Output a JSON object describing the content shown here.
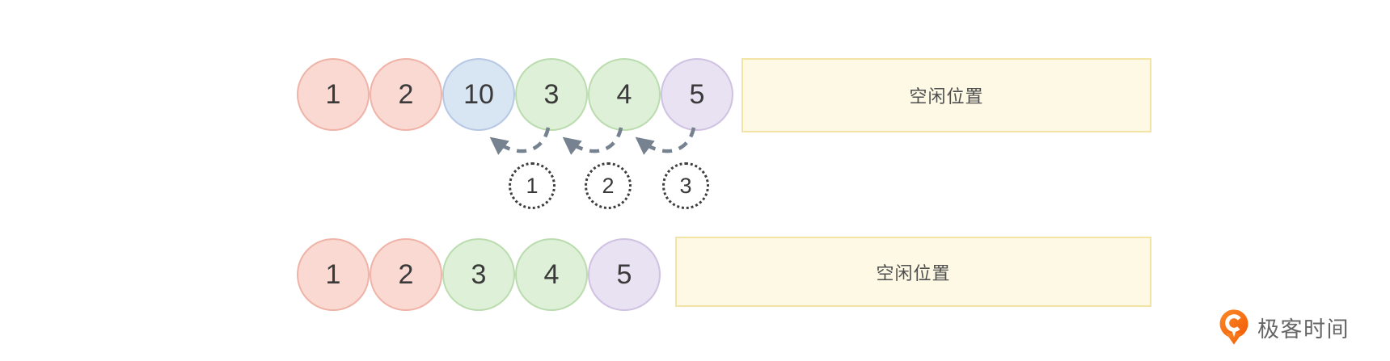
{
  "top_row": {
    "cells": [
      {
        "value": "1",
        "color": "pink"
      },
      {
        "value": "2",
        "color": "pink"
      },
      {
        "value": "10",
        "color": "blue"
      },
      {
        "value": "3",
        "color": "green"
      },
      {
        "value": "4",
        "color": "green"
      },
      {
        "value": "5",
        "color": "purple"
      }
    ],
    "free_label": "空闲位置"
  },
  "shift_steps": [
    {
      "label": "1"
    },
    {
      "label": "2"
    },
    {
      "label": "3"
    }
  ],
  "bottom_row": {
    "cells": [
      {
        "value": "1",
        "color": "pink"
      },
      {
        "value": "2",
        "color": "pink"
      },
      {
        "value": "3",
        "color": "green"
      },
      {
        "value": "4",
        "color": "green"
      },
      {
        "value": "5",
        "color": "purple"
      }
    ],
    "free_label": "空闲位置"
  },
  "watermark": {
    "text": "极客时间"
  },
  "colors": {
    "pink_fill": "#f9d9d2",
    "pink_border": "#efb3a8",
    "blue_fill": "#d8e5f2",
    "blue_border": "#b7c8e4",
    "green_fill": "#def0d7",
    "green_border": "#bbdcaf",
    "purple_fill": "#e9e2f2",
    "purple_border": "#cfc2e2",
    "free_fill": "#fdf9e5",
    "free_border": "#f3e3a4",
    "arrow": "#76828f",
    "dotted_circle": "#3e3e3e",
    "logo_orange": "#f8680c",
    "logo_text": "#666666"
  }
}
